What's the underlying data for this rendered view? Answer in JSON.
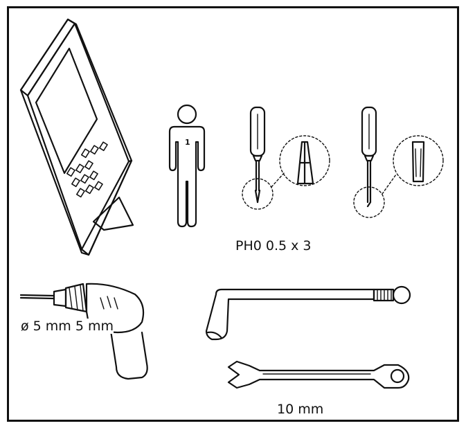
{
  "items": {
    "tablet": {
      "icon": "tablet-with-stand-icon"
    },
    "person": {
      "icon": "person-icon",
      "count": "1"
    },
    "phillips_screwdriver": {
      "icon": "phillips-screwdriver-icon",
      "size": "PH0 0.5 x 3"
    },
    "flat_screwdriver": {
      "icon": "flat-screwdriver-icon"
    },
    "drill": {
      "icon": "drill-icon",
      "size": "ø 5 mm 5 mm"
    },
    "hex_key": {
      "icon": "hex-key-icon"
    },
    "wrench": {
      "icon": "combination-wrench-icon",
      "size": "10 mm"
    }
  },
  "colors": {
    "line": "#111111",
    "background": "#ffffff"
  }
}
